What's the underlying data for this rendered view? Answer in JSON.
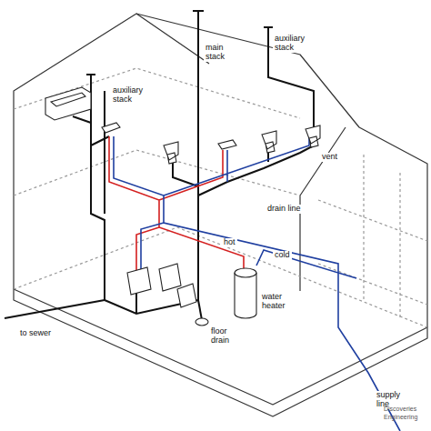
{
  "diagram": {
    "labels": [
      "main stack",
      "auxiliary stack",
      "auxiliary stack",
      "vent",
      "drain line",
      "hot",
      "cold",
      "water heater",
      "floor drain",
      "to sewer",
      "supply line",
      "Discoveries",
      "Engineering"
    ]
  }
}
